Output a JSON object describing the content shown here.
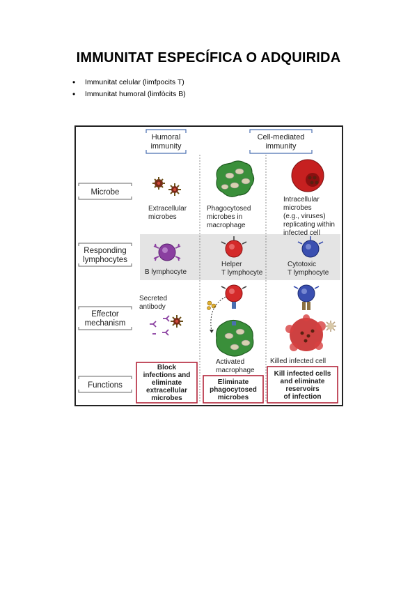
{
  "title": "IMMUNITAT ESPECÍFICA O ADQUIRIDA",
  "bullets": [
    "Immunitat celular (limfpocits T)",
    "Immunitat humoral (limfòcits B)"
  ],
  "figure": {
    "col_headers": {
      "humoral": [
        "Humoral",
        "immunity"
      ],
      "cell_mediated": [
        "Cell-mediated",
        "immunity"
      ]
    },
    "row_labels": {
      "microbe": [
        "Microbe"
      ],
      "responding": [
        "Responding",
        "lymphocytes"
      ],
      "effector": [
        "Effector",
        "mechanism"
      ],
      "functions": [
        "Functions"
      ]
    },
    "microbe": {
      "c1": [
        "Extracellular",
        "microbes"
      ],
      "c2": [
        "Phagocytosed",
        "microbes in",
        "macrophage"
      ],
      "c3": [
        "Intracellular",
        "microbes",
        "(e.g., viruses)",
        "replicating within",
        "infected cell"
      ]
    },
    "lymphocytes": {
      "c1": [
        "B lymphocyte"
      ],
      "c2": [
        "Helper",
        "T lymphocyte"
      ],
      "c3": [
        "Cytotoxic",
        "T lymphocyte"
      ]
    },
    "effector": {
      "c1": [
        "Secreted",
        "antibody"
      ],
      "c2": [
        "Activated",
        "macrophage"
      ],
      "c3": [
        "Killed infected cell"
      ]
    },
    "functions": {
      "c1": [
        "Block",
        "infections and",
        "eliminate",
        "extracellular",
        "microbes"
      ],
      "c2": [
        "Eliminate",
        "phagocytosed",
        "microbes"
      ],
      "c3": [
        "Kill infected cells",
        "and eliminate",
        "reservoirs",
        "of infection"
      ]
    },
    "colors": {
      "b_cell": "#8a3fa0",
      "helper_t": "#d42a2a",
      "cytotoxic_t": "#3a4fb0",
      "macrophage": "#3a8f3a",
      "infected_cell": "#c62020",
      "function_border": "#b3243a",
      "lymphocyte_band": "#e4e4e4"
    }
  }
}
